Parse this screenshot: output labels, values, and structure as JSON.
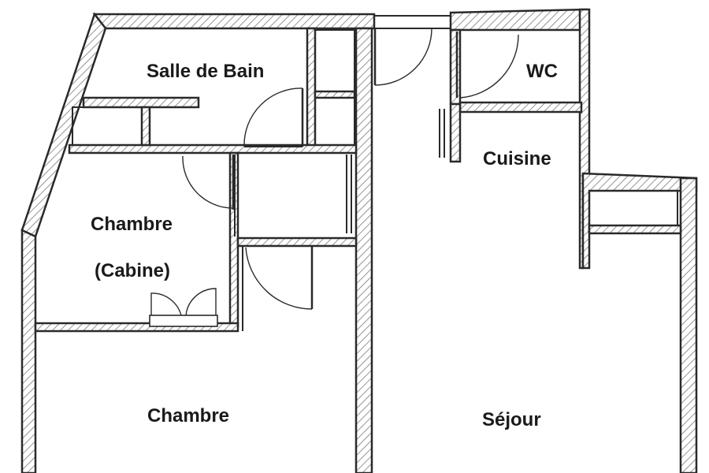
{
  "plan": {
    "rooms": {
      "salle_de_bain": "Salle de Bain",
      "wc": "WC",
      "cuisine": "Cuisine",
      "chambre_cabine_line1": "Chambre",
      "chambre_cabine_line2": "(Cabine)",
      "chambre": "Chambre",
      "sejour": "Séjour"
    }
  },
  "colors": {
    "wall_line": "#2a2a2a",
    "hatch": "#7a7a7a",
    "background": "#ffffff",
    "label": "#1a1a1a"
  }
}
